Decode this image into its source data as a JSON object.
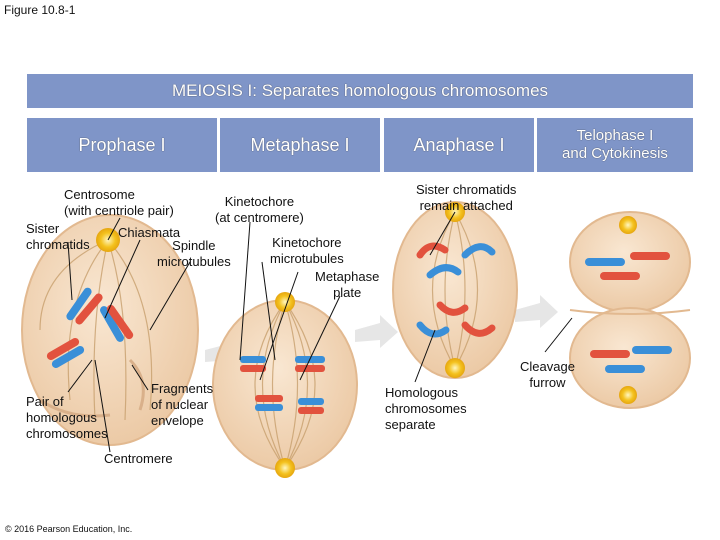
{
  "figure_label": "Figure 10.8-1",
  "banner": "MEIOSIS I: Separates homologous chromosomes",
  "phases": [
    "Prophase I",
    "Metaphase I",
    "Anaphase I",
    "Telophase I\nand Cytokinesis"
  ],
  "labels": {
    "centrosome": "Centrosome\n(with centriole pair)",
    "sister_chromatids": "Sister\nchromatids",
    "chiasmata": "Chiasmata",
    "spindle": "Spindle\nmicrotubules",
    "kinetochore": "Kinetochore\n(at centromere)",
    "kinetochore_microtubules": "Kinetochore\nmicrotubules",
    "metaphase_plate": "Metaphase\nplate",
    "sister_chromatids_attached": "Sister chromatids\nremain attached",
    "pair_of_homologous": "Pair of\nhomologous\nchromosomes",
    "fragments": "Fragments\nof nuclear\nenvelope",
    "centromere": "Centromere",
    "homologous_separate": "Homologous\nchromosomes\nseparate",
    "cleavage_furrow": "Cleavage\nfurrow"
  },
  "copyright": "© 2016 Pearson Education, Inc.",
  "colors": {
    "banner": "#7f95c8",
    "cell_fill": "#f2d6b8",
    "cell_edge": "#e0b58f",
    "spindle": "#c8a06e",
    "chrom_blue": "#3a8fd8",
    "chrom_red": "#e2523e",
    "centrosome": "#f4c21e"
  }
}
